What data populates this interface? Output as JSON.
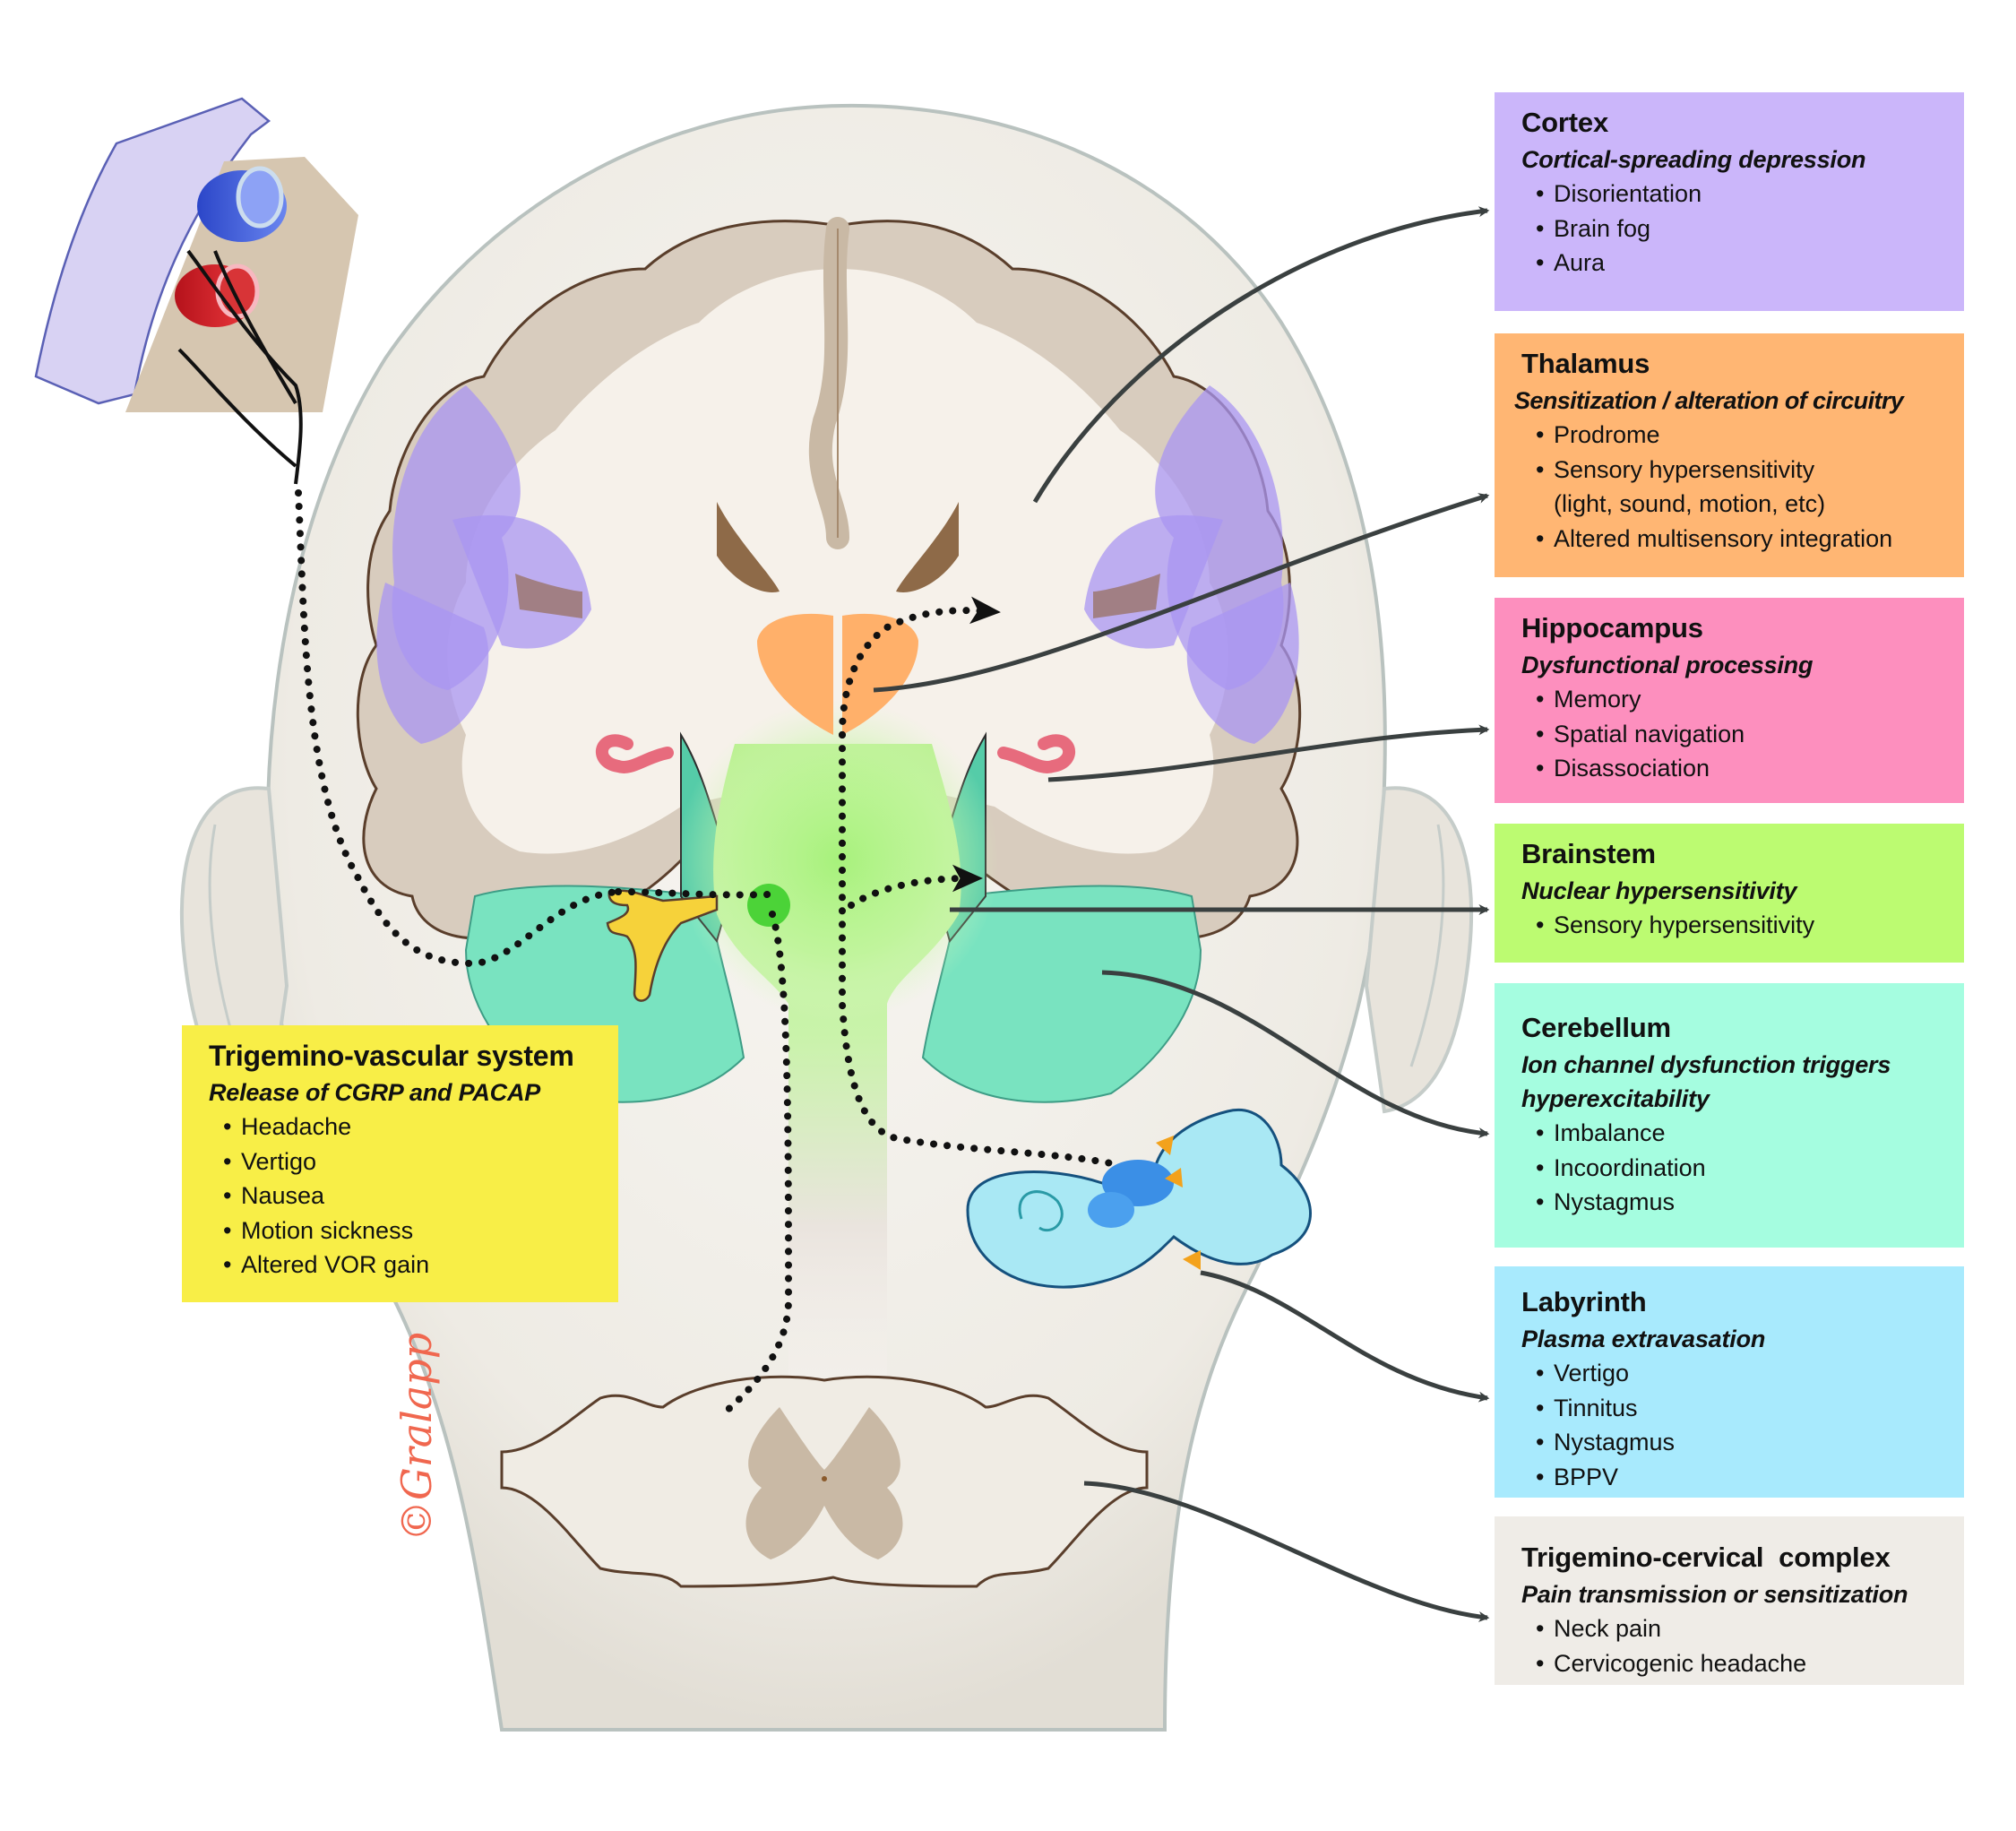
{
  "figure": {
    "subject": "Migraine-related neuroanatomy: coronal brain section with brainstem, cerebellum, labyrinth and cervical spinal cord",
    "signature": "©Gralapp"
  },
  "colors": {
    "cortex": "#cbb6fa",
    "thalamus": "#ffb673",
    "hippocampus": "#fd8fbe",
    "brainstem": "#bcfb71",
    "cerebellum": "#a5fde0",
    "labyrinth": "#a8eafd",
    "trigemino_cervical": "#efece7",
    "trigemino_vascular": "#f8ee47",
    "arrow": "#3a4040",
    "dotted_path": "#111111"
  },
  "boxes": {
    "cortex": {
      "title": "Cortex",
      "subtitle": "Cortical-spreading depression",
      "items": [
        "Disorientation",
        "Brain fog",
        "Aura"
      ]
    },
    "thalamus": {
      "title": "Thalamus",
      "subtitle": "Sensitization / alteration of circuitry",
      "items": [
        "Prodrome",
        "Sensory hypersensitivity",
        "(light, sound, motion, etc)",
        "Altered multisensory integration"
      ]
    },
    "hippocampus": {
      "title": "Hippocampus",
      "subtitle": "Dysfunctional processing",
      "items": [
        "Memory",
        "Spatial navigation",
        "Disassociation"
      ]
    },
    "brainstem": {
      "title": "Brainstem",
      "subtitle": "Nuclear hypersensitivity",
      "items": [
        "Sensory hypersensitivity"
      ]
    },
    "cerebellum": {
      "title": "Cerebellum",
      "subtitle_line1": "Ion channel dysfunction triggers",
      "subtitle_line2": "hyperexcitability",
      "items": [
        "Imbalance",
        "Incoordination",
        "Nystagmus"
      ]
    },
    "labyrinth": {
      "title": "Labyrinth",
      "subtitle": "Plasma extravasation",
      "items": [
        "Vertigo",
        "Tinnitus",
        "Nystagmus",
        "BPPV"
      ]
    },
    "trigemino_cervical": {
      "title": "Trigemino-cervical  complex",
      "subtitle": "Pain transmission or sensitization",
      "items": [
        "Neck pain",
        "Cervicogenic headache"
      ]
    },
    "trigemino_vascular": {
      "title": "Trigemino-vascular system",
      "subtitle": "Release of CGRP and PACAP",
      "items": [
        "Headache",
        "Vertigo",
        "Nausea",
        "Motion sickness",
        "Altered VOR gain"
      ]
    }
  }
}
